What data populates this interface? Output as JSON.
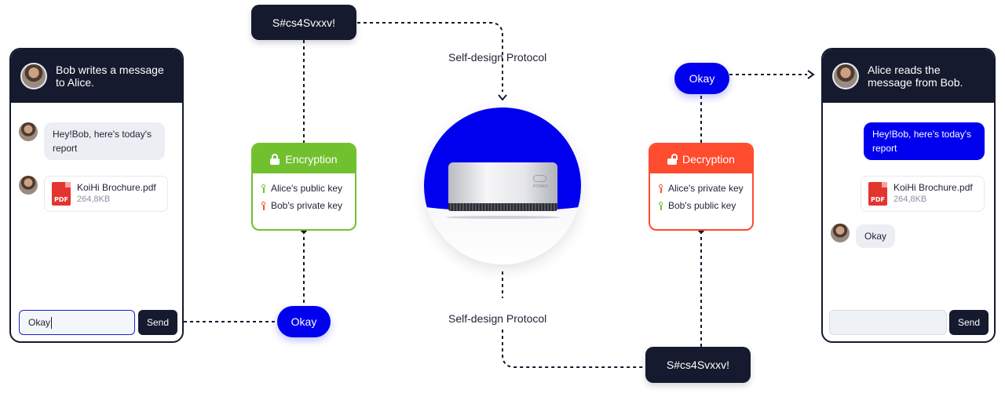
{
  "bob_phone": {
    "title": "Bob writes a message to Alice.",
    "message": "Hey!Bob, here's today's report",
    "file": {
      "name": "KoiHi Brochure.pdf",
      "size": "264,8KB",
      "icon_label": "PDF"
    },
    "input_value": "Okay",
    "send_label": "Send"
  },
  "alice_phone": {
    "title": "Alice reads the message from Bob.",
    "message": "Hey!Bob, here's today's report",
    "file": {
      "name": "KoiHi Brochure.pdf",
      "size": "264,8KB",
      "icon_label": "PDF"
    },
    "reply": "Okay",
    "send_label": "Send"
  },
  "cipher_top": "S#cs4Svxxv!",
  "cipher_bottom": "S#cs4Svxxv!",
  "protocol_top": "Self-design Protocol",
  "protocol_bottom": "Self-design Protocol",
  "okay_left": "Okay",
  "okay_right": "Okay",
  "encryption": {
    "title": "Encryption",
    "keys": [
      "Alice's public key",
      "Bob's private key"
    ]
  },
  "decryption": {
    "title": "Decryption",
    "keys": [
      "Alice's private key",
      "Bob's public key"
    ]
  },
  "server": {
    "label": "POWER"
  },
  "colors": {
    "dark": "#151a2e",
    "blue": "#0000ee",
    "green": "#71c12f",
    "red": "#ff4b2e"
  }
}
